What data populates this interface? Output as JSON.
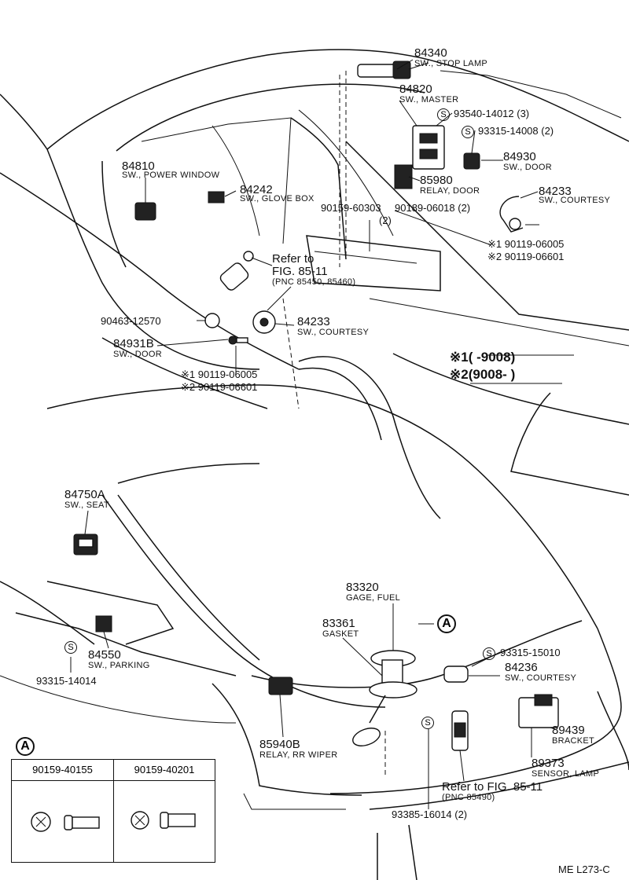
{
  "labels": {
    "p84340": "84340",
    "n84340": "SW., STOP LAMP",
    "p84820": "84820",
    "n84820": "SW., MASTER",
    "p93540": "93540-14012 (3)",
    "p93315a": "93315-14008 (2)",
    "p84930": "84930",
    "n84930": "SW., DOOR",
    "p84810": "84810",
    "n84810": "SW., POWER WINDOW",
    "p84242": "84242",
    "n84242": "SW., GLOVE BOX",
    "p85980": "85980",
    "n85980": "RELAY, DOOR",
    "p84233a": "84233",
    "n84233a": "SW., COURTESY",
    "p90159_60303": "90159-60303",
    "q90159_60303": "(2)",
    "p90189": "90189-06018 (2)",
    "p90119a1": "※1 90119-06005",
    "p90119a2": "※2 90119-06601",
    "refer1_a": "Refer to",
    "refer1_b": "FIG. 85-11",
    "refer1_c": "(PNC 85450, 85460)",
    "p90463": "90463-12570",
    "p84233b": "84233",
    "n84233b": "SW., COURTESY",
    "p84931b": "84931B",
    "n84931b": "SW., DOOR",
    "p90119b1": "※1 90119-06005",
    "p90119b2": "※2 90119-06601",
    "note1": "※1(       -9008)",
    "note2": "※2(9008-       )",
    "p84750a": "84750A",
    "n84750a": "SW., SEAT",
    "p83320": "83320",
    "n83320": "GAGE, FUEL",
    "p83361": "83361",
    "n83361": "GASKET",
    "p93315b": "93315-15010",
    "p84236": "84236",
    "n84236": "SW., COURTESY",
    "p84550": "84550",
    "n84550": "SW., PARKING",
    "p93315c": "93315-14014",
    "p85940b": "85940B",
    "n85940b": "RELAY, RR WIPER",
    "p89439": "89439",
    "n89439": "BRACKET",
    "p89373": "89373",
    "n89373": "SENSOR, LAMP",
    "refer2_a": "Refer to FIG. 85-11",
    "refer2_b": "(PNC 85490)",
    "p93385": "93385-16014 (2)",
    "footer": "ME  L273-C"
  },
  "callout_letter": "A",
  "s_symbol": "S",
  "legend": {
    "col1": "90159-40155",
    "col2": "90159-40201"
  }
}
